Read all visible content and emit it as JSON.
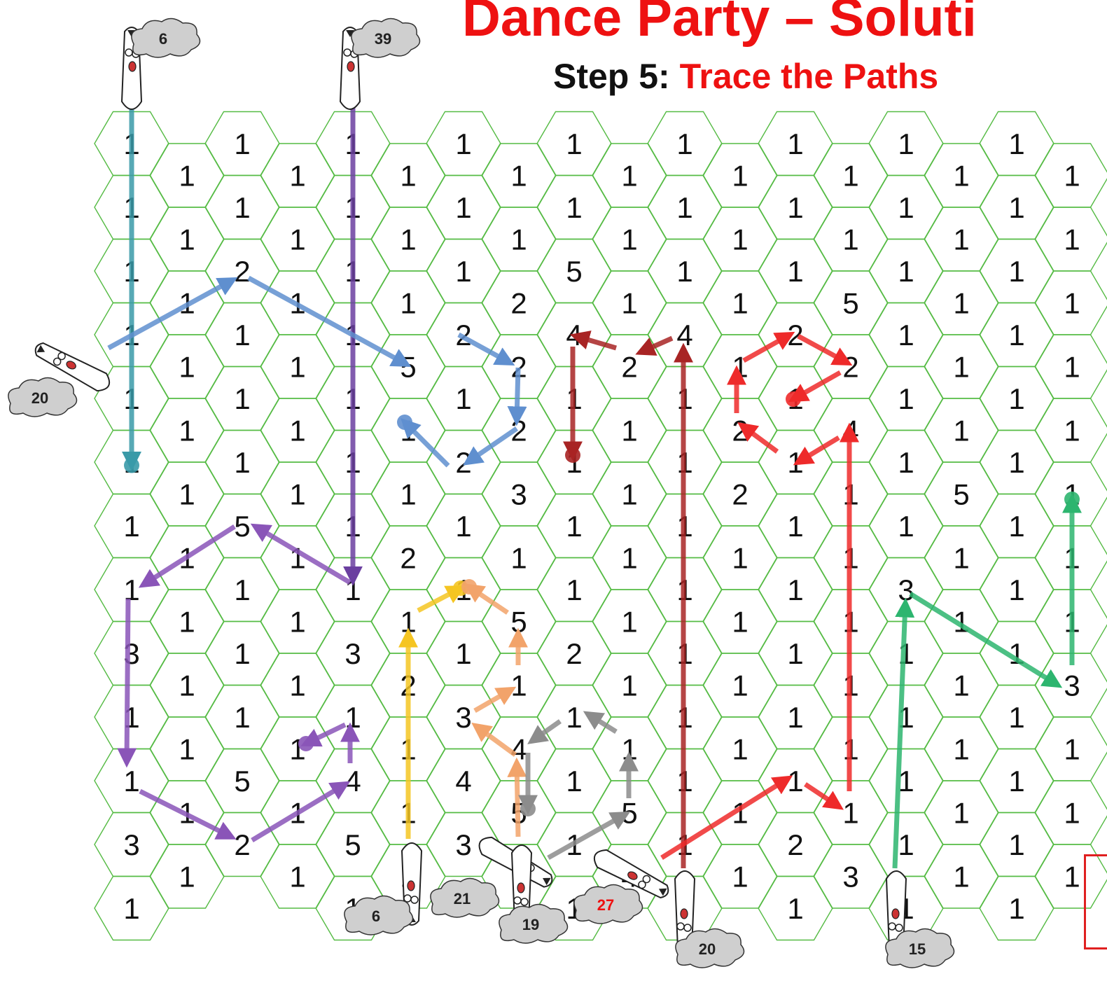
{
  "header": {
    "title": "Dance Party – Soluti",
    "step_label": "Step 5:",
    "step_name": "Trace the Paths"
  },
  "colors": {
    "hex_stroke": "#55bb44",
    "teal": "#3a9aa8",
    "blue": "#5f8fcf",
    "purple_dark": "#6b3fa0",
    "purple": "#8a55b8",
    "yellow": "#f5c522",
    "orange": "#f2a36a",
    "gray": "#8c8c8c",
    "dark_red": "#a82424",
    "red": "#ee2a2a",
    "green": "#2db56f",
    "title_red": "#ee1111"
  },
  "columns": [
    {
      "label": "1",
      "cells": [
        "1",
        "1",
        "1",
        "1",
        "1",
        "1",
        "1",
        "1",
        "3",
        "1",
        "1",
        "3",
        "1"
      ]
    },
    {
      "label": "1",
      "cells": [
        "1",
        "1",
        "1",
        "1",
        "1",
        "1",
        "1",
        "1",
        "1",
        "1",
        "1",
        "1"
      ]
    },
    {
      "label": "1",
      "cells": [
        "1",
        "1",
        "2",
        "1",
        "1",
        "1",
        "5",
        "1",
        "1",
        "1",
        "5",
        "2"
      ]
    },
    {
      "label": "1",
      "cells": [
        "1",
        "1",
        "1",
        "1",
        "1",
        "1",
        "1",
        "1",
        "1",
        "1",
        "1",
        "1"
      ]
    },
    {
      "label": "1",
      "cells": [
        "1",
        "1",
        "1",
        "1",
        "1",
        "1",
        "1",
        "1",
        "3",
        "1",
        "4",
        "5",
        "1"
      ]
    },
    {
      "label": "1",
      "cells": [
        "1",
        "1",
        "1",
        "5",
        "1",
        "1",
        "2",
        "1",
        "2",
        "1",
        "1",
        "1"
      ]
    },
    {
      "label": "1",
      "cells": [
        "1",
        "1",
        "1",
        "2",
        "1",
        "2",
        "1",
        "1",
        "1",
        "3",
        "4",
        "3"
      ]
    },
    {
      "label": "1",
      "cells": [
        "1",
        "1",
        "2",
        "2",
        "2",
        "3",
        "1",
        "5",
        "1",
        "4",
        "5",
        "1"
      ]
    },
    {
      "label": "1",
      "cells": [
        "1",
        "1",
        "5",
        "4",
        "1",
        "1",
        "1",
        "1",
        "2",
        "1",
        "1",
        "1",
        "1"
      ]
    },
    {
      "label": "1",
      "cells": [
        "1",
        "1",
        "1",
        "2",
        "1",
        "1",
        "1",
        "1",
        "1",
        "1",
        "5",
        "4"
      ]
    },
    {
      "label": "1",
      "cells": [
        "1",
        "1",
        "1",
        "4",
        "1",
        "1",
        "1",
        "1",
        "1",
        "1",
        "1",
        "1",
        "1"
      ]
    },
    {
      "label": "1",
      "cells": [
        "1",
        "1",
        "1",
        "1",
        "2",
        "2",
        "1",
        "1",
        "1",
        "1",
        "1",
        "1"
      ]
    },
    {
      "label": "1",
      "cells": [
        "1",
        "1",
        "1",
        "2",
        "1",
        "1",
        "1",
        "1",
        "1",
        "1",
        "1",
        "2",
        "1"
      ]
    },
    {
      "label": "1",
      "cells": [
        "1",
        "1",
        "5",
        "2",
        "4",
        "1",
        "1",
        "1",
        "1",
        "1",
        "1",
        "3"
      ]
    },
    {
      "label": "1",
      "cells": [
        "1",
        "1",
        "1",
        "1",
        "1",
        "1",
        "1",
        "3",
        "1",
        "1",
        "1",
        "1",
        "1"
      ]
    },
    {
      "label": "1",
      "cells": [
        "1",
        "1",
        "1",
        "1",
        "1",
        "5",
        "1",
        "1",
        "1",
        "1",
        "1",
        "1"
      ]
    },
    {
      "label": "1",
      "cells": [
        "1",
        "1",
        "1",
        "1",
        "1",
        "1",
        "1",
        "1",
        "1",
        "1",
        "1",
        "1",
        "1"
      ]
    },
    {
      "label": "1",
      "cells": [
        "1",
        "1",
        "1",
        "1",
        "1",
        "1",
        "1",
        "1",
        "3",
        "1",
        "1",
        "1"
      ]
    }
  ],
  "dancers": [
    {
      "id": "top-6",
      "count": "6"
    },
    {
      "id": "top-39",
      "count": "39"
    },
    {
      "id": "left-20",
      "count": "20"
    },
    {
      "id": "bottom-6",
      "count": "6"
    },
    {
      "id": "bottom-21",
      "count": "21"
    },
    {
      "id": "bottom-19",
      "count": "19"
    },
    {
      "id": "bottom-27",
      "count": "27"
    },
    {
      "id": "bottom-20",
      "count": "20"
    },
    {
      "id": "bottom-15",
      "count": "15"
    }
  ],
  "paths": [
    {
      "name": "teal-path",
      "color": "teal"
    },
    {
      "name": "purple-dark-path",
      "color": "purple_dark"
    },
    {
      "name": "blue-path",
      "color": "blue"
    },
    {
      "name": "purple-path",
      "color": "purple"
    },
    {
      "name": "yellow-path",
      "color": "yellow"
    },
    {
      "name": "orange-path",
      "color": "orange"
    },
    {
      "name": "gray-path",
      "color": "gray"
    },
    {
      "name": "dark-red-path",
      "color": "dark_red"
    },
    {
      "name": "red-path",
      "color": "red"
    },
    {
      "name": "green-path",
      "color": "green"
    },
    {
      "name": "green-right-path",
      "color": "green"
    }
  ]
}
